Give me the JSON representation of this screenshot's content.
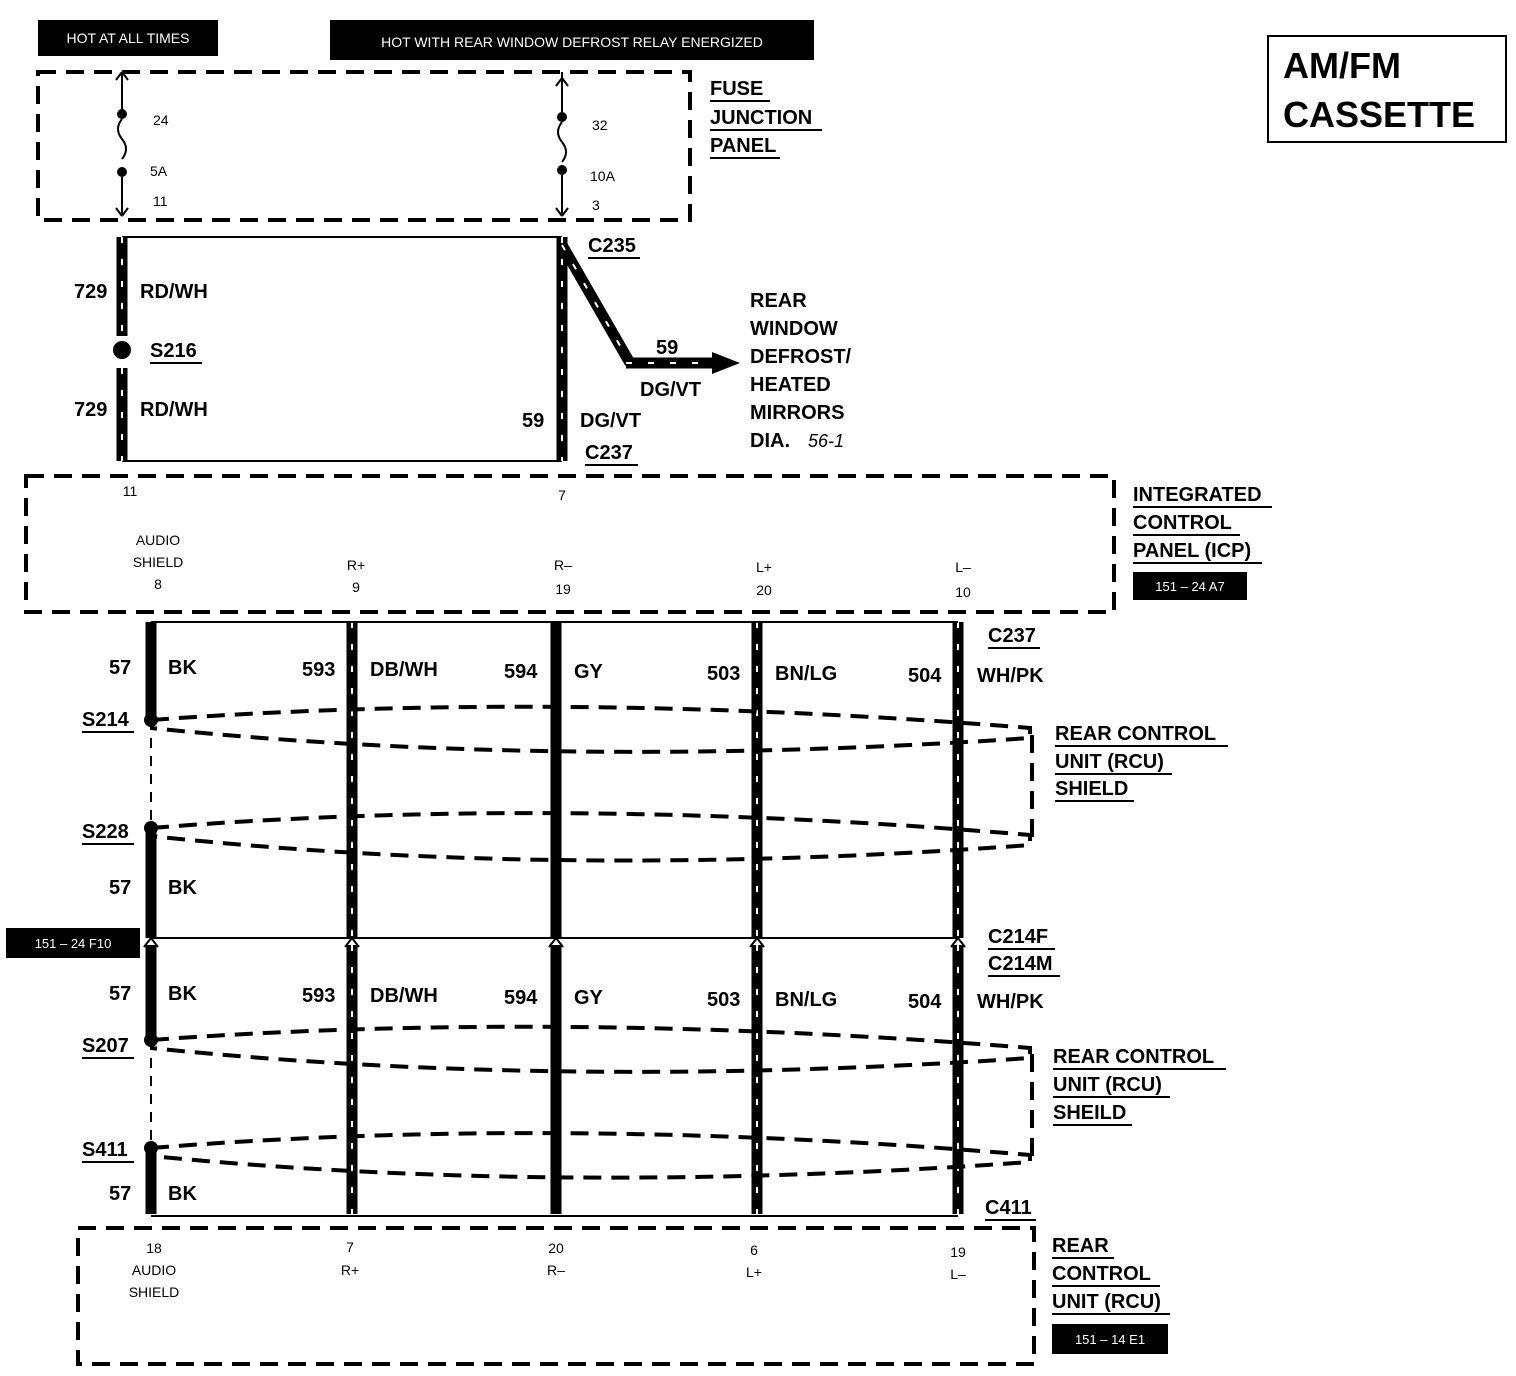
{
  "banners": {
    "hot_always": "HOT AT ALL TIMES",
    "hot_defrost": "HOT WITH REAR WINDOW  DEFROST RELAY ENERGIZED"
  },
  "title": [
    "AM/FM",
    "CASSETTE"
  ],
  "fuse_panel": {
    "label": [
      "FUSE",
      "JUNCTION",
      "PANEL"
    ],
    "fuse_left": {
      "top_pin": "24",
      "rating": "5A",
      "bottom_pin": "11"
    },
    "fuse_right": {
      "top_pin": "32",
      "rating": "10A",
      "bottom_pin": "3"
    }
  },
  "upper_wires": {
    "circuit_729": "729",
    "color_rdwh": "RD/WH",
    "splice_s216": "S216",
    "circuit_59": "59",
    "color_dgvt": "DG/VT",
    "conn_c235": "C235",
    "conn_c237": "C237"
  },
  "rear_defrost_ref": {
    "lines": [
      "REAR",
      "WINDOW",
      "DEFROST/",
      "HEATED",
      "MIRRORS",
      "DIA."
    ],
    "diagram_ref": "56-1"
  },
  "icp": {
    "label": [
      "INTEGRATED",
      "CONTROL",
      "PANEL (ICP)"
    ],
    "ref": "151 – 24 A7",
    "top_pins": [
      "11",
      "7"
    ],
    "pins": [
      {
        "name": "AUDIO",
        "name2": "SHIELD",
        "num": "8"
      },
      {
        "name": "R+",
        "num": "9"
      },
      {
        "name": "R–",
        "num": "19"
      },
      {
        "name": "L+",
        "num": "20"
      },
      {
        "name": "L–",
        "num": "10"
      }
    ]
  },
  "harness_upper": {
    "circuits": [
      {
        "num": "57",
        "color": "BK"
      },
      {
        "num": "593",
        "color": "DB/WH"
      },
      {
        "num": "594",
        "color": "GY"
      },
      {
        "num": "503",
        "color": "BN/LG"
      },
      {
        "num": "504",
        "color": "WH/PK"
      }
    ],
    "connector_top": "C237",
    "splice_a": "S214",
    "splice_b": "S228",
    "shield_circuit": "57",
    "shield_color": "BK",
    "shield_label": [
      "REAR CONTROL",
      "UNIT (RCU)",
      "SHIELD"
    ]
  },
  "inline_connector": {
    "ref": "151 – 24 F10",
    "female": "C214F",
    "male": "C214M"
  },
  "harness_lower": {
    "circuits": [
      {
        "num": "57",
        "color": "BK"
      },
      {
        "num": "593",
        "color": "DB/WH"
      },
      {
        "num": "594",
        "color": "GY"
      },
      {
        "num": "503",
        "color": "BN/LG"
      },
      {
        "num": "504",
        "color": "WH/PK"
      }
    ],
    "splice_a": "S207",
    "splice_b": "S411",
    "shield_circuit": "57",
    "shield_color": "BK",
    "shield_label": [
      "REAR CONTROL",
      "UNIT (RCU)",
      "SHEILD"
    ],
    "connector_bottom": "C411"
  },
  "rcu": {
    "label": [
      "REAR",
      "CONTROL",
      "UNIT (RCU)"
    ],
    "ref": "151 – 14 E1",
    "pins": [
      {
        "num": "18",
        "name": "AUDIO",
        "name2": "SHIELD"
      },
      {
        "num": "7",
        "name": "R+"
      },
      {
        "num": "20",
        "name": "R–"
      },
      {
        "num": "6",
        "name": "L+"
      },
      {
        "num": "19",
        "name": "L–"
      }
    ]
  }
}
